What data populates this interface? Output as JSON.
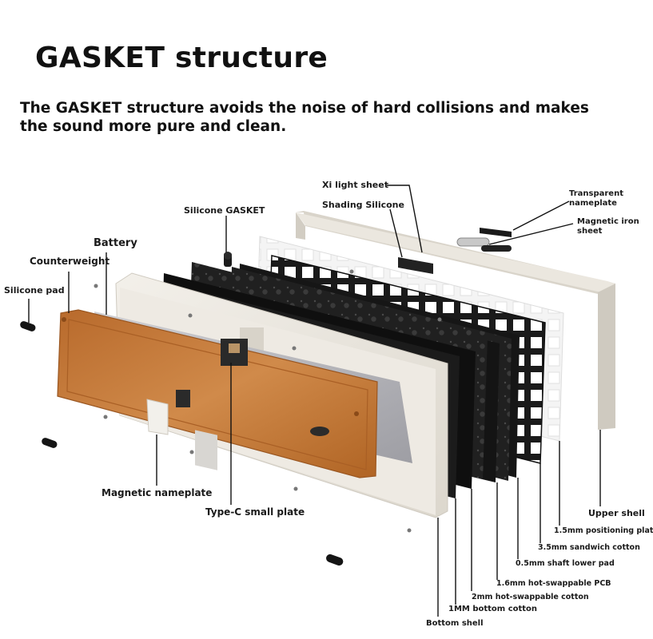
{
  "header": {
    "title": "GASKET structure",
    "subtitle_line1": "The GASKET structure avoids the noise of hard collisions and makes",
    "subtitle_line2": "the sound more pure and clean."
  },
  "labels": {
    "xi_light_sheet": "Xi light sheet",
    "shading_silicone": "Shading Silicone",
    "silicone_gasket": "Silicone GASKET",
    "transparent_nameplate_1": "Transparent",
    "transparent_nameplate_2": "nameplate",
    "magnetic_iron_sheet_1": "Magnetic iron",
    "magnetic_iron_sheet_2": "sheet",
    "battery": "Battery",
    "counterweight": "Counterweight",
    "silicone_pad": "Silicone pad",
    "magnetic_nameplate": "Magnetic nameplate",
    "type_c_small_plate": "Type-C small plate",
    "upper_shell": "Upper shell",
    "positioning_plate": "1.5mm positioning plat",
    "sandwich_cotton": "3.5mm sandwich cotton",
    "shaft_lower_pad": "0.5mm shaft lower pad",
    "hot_swappable_pcb": "1.6mm hot-swappable PCB",
    "hot_swappable_cotton": "2mm hot-swappable cotton",
    "bottom_cotton": "1MM bottom cotton",
    "bottom_shell": "Bottom shell"
  },
  "colors": {
    "counterweight": "#c77a3a",
    "bottom_shell": "#ece8e0",
    "upper_shell": "#e9e5dd",
    "plate_black": "#1c1c1c",
    "battery": "#b8b8bc",
    "white_plate": "#ffffff"
  }
}
